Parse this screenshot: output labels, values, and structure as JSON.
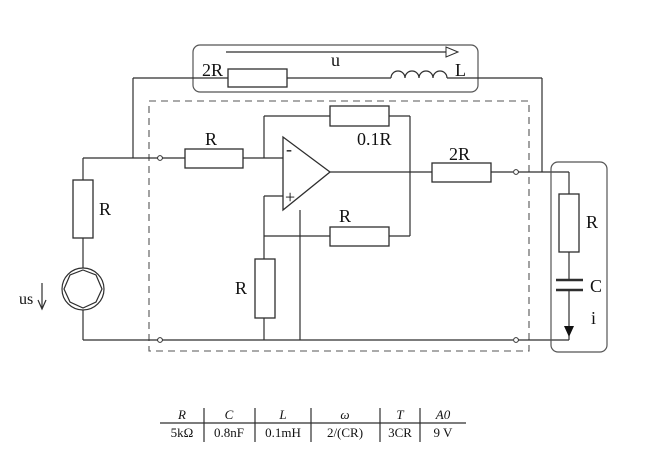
{
  "labels": {
    "fb_resistor": "2R",
    "fb_voltage": "u",
    "fb_inductor": "L",
    "in_resistor": "R",
    "gain_resistor": "0.1R",
    "out_resistor": "2R",
    "src_resistor": "R",
    "noninv_resistor": "R",
    "ground_resistor": "R",
    "source": "us",
    "opamp_minus": "-",
    "opamp_plus": "+",
    "load_resistor": "R",
    "load_capacitor": "C",
    "load_current": "i"
  },
  "table": {
    "headers": [
      "R",
      "C",
      "L",
      "ω",
      "T",
      "A0"
    ],
    "values": [
      "5kΩ",
      "0.8nF",
      "0.1mH",
      "2/(CR)",
      "3CR",
      "9 V"
    ]
  },
  "colors": {
    "wire": "#2e2e2e",
    "dashed_box": "#555555",
    "text": "#111111"
  }
}
